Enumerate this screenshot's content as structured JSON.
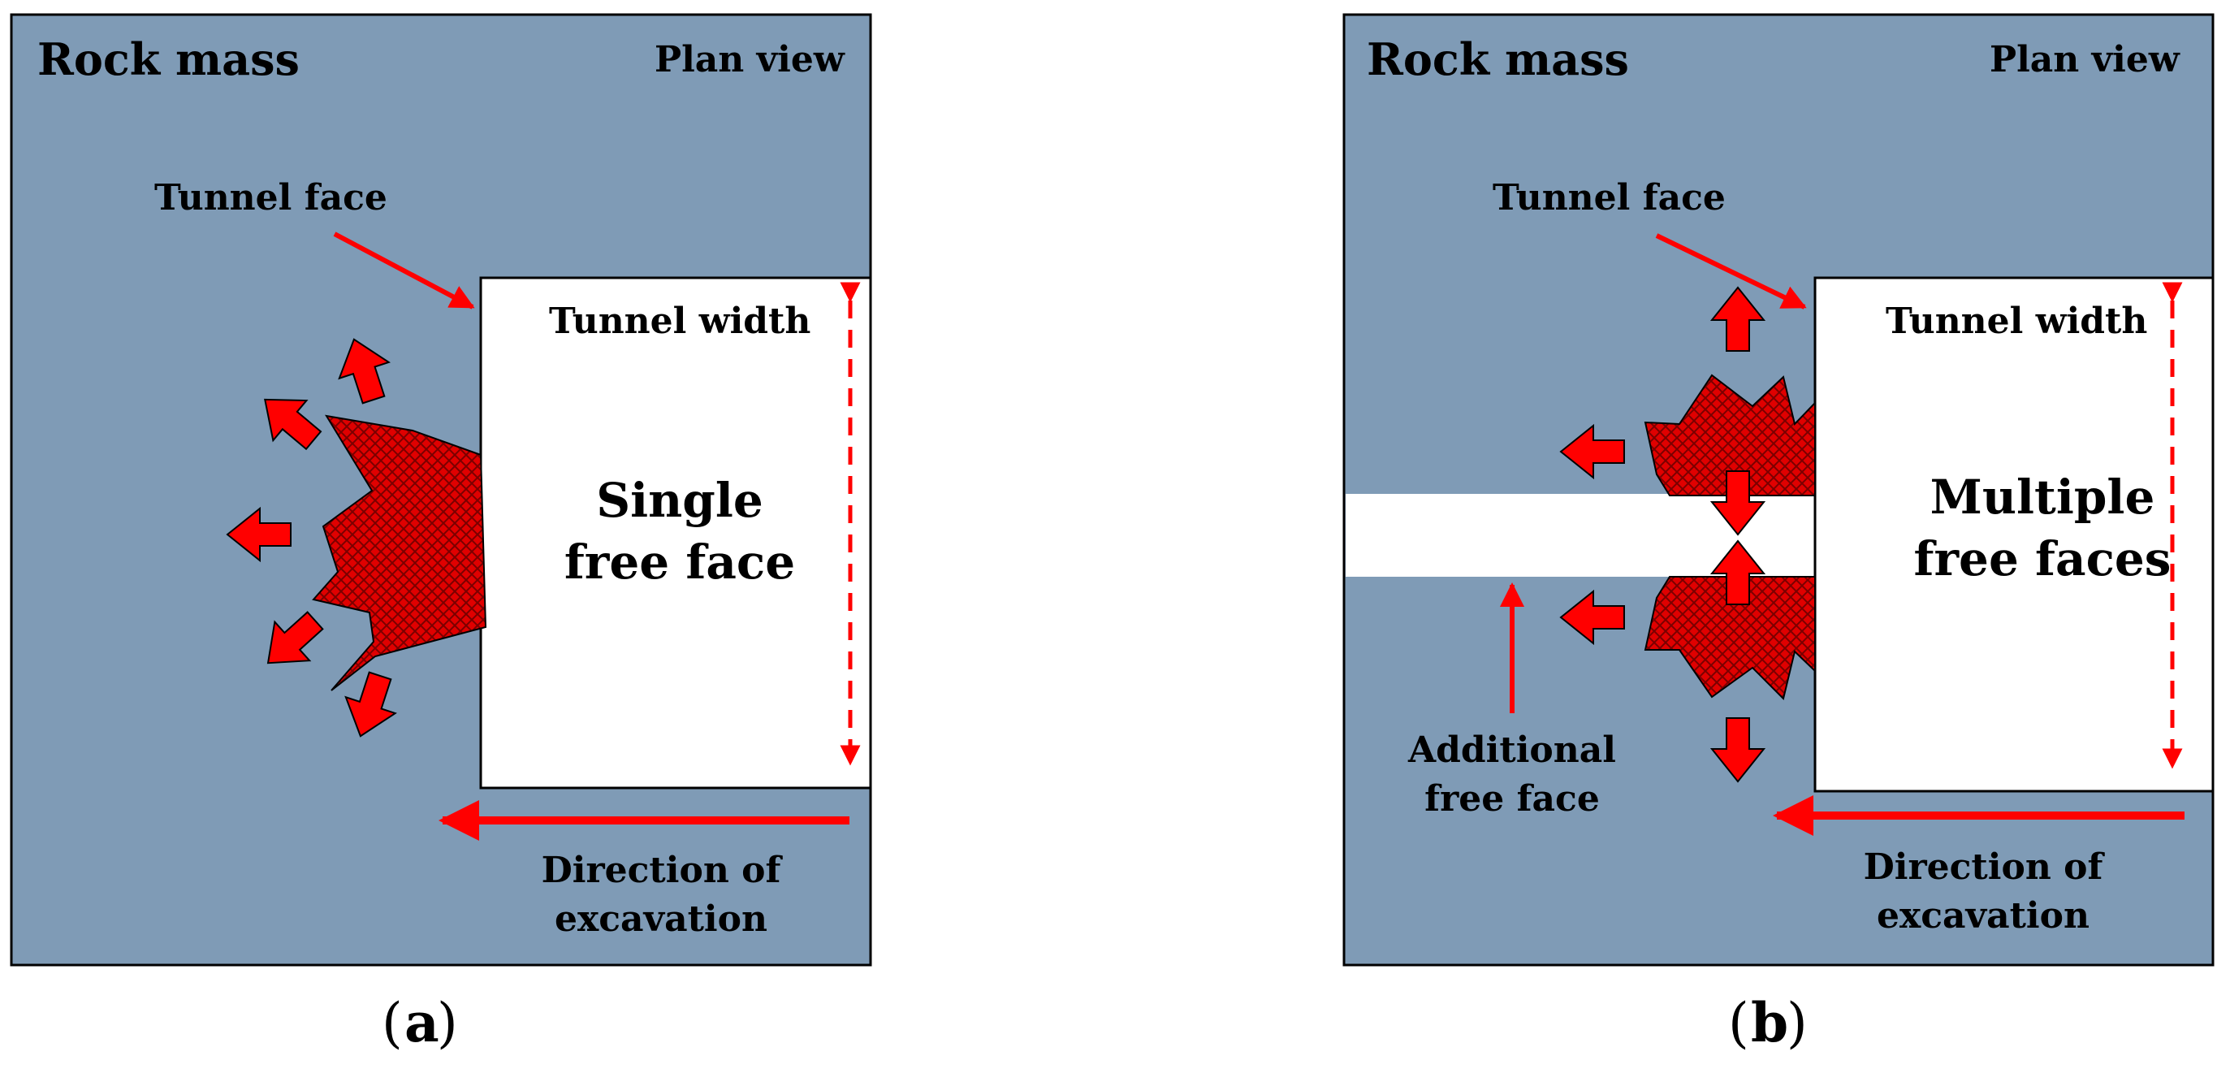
{
  "colors": {
    "rock": "#7f9bb6",
    "arrow": "#ff0000",
    "fragment": "#e00000",
    "fragment_hatch": "#7a0000",
    "tunnel": "#ffffff",
    "outline": "#000000"
  },
  "panels": [
    {
      "id": "a",
      "rock_label": "Rock mass",
      "view_label": "Plan view",
      "face_label": "Tunnel face",
      "width_label": "Tunnel width",
      "center_label_1": "Single",
      "center_label_2": "free face",
      "direction_label_1": "Direction of",
      "direction_label_2": "excavation",
      "caption_open": "(",
      "caption_letter": "a",
      "caption_close": ")"
    },
    {
      "id": "b",
      "rock_label": "Rock mass",
      "view_label": "Plan view",
      "face_label": "Tunnel face",
      "width_label": "Tunnel width",
      "center_label_1": "Multiple",
      "center_label_2": "free faces",
      "extra_label_1": "Additional",
      "extra_label_2": "free face",
      "direction_label_1": "Direction of",
      "direction_label_2": "excavation",
      "caption_open": "(",
      "caption_letter": "b",
      "caption_close": ")"
    }
  ]
}
